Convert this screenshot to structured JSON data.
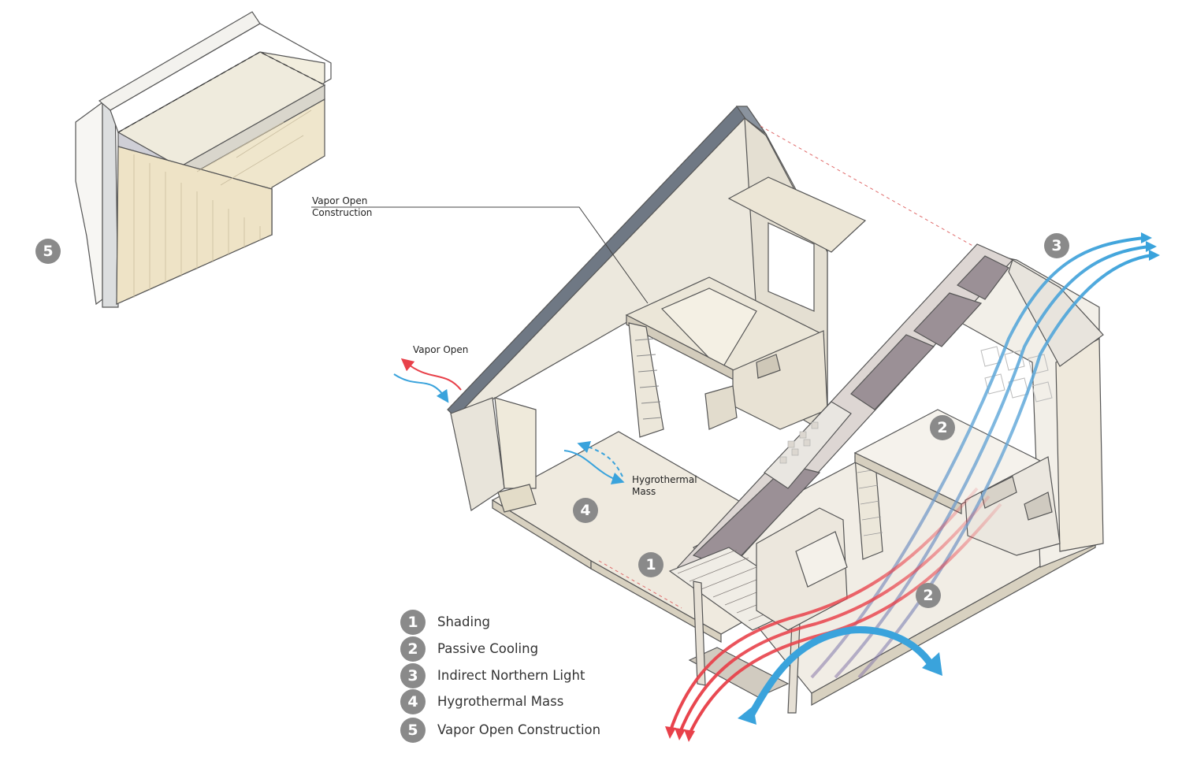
{
  "callouts": {
    "vapor_open_construction": "Vapor Open\nConstruction",
    "vapor_open": "Vapor Open",
    "hygrothermal_mass": "Hygrothermal\nMass"
  },
  "badges": {
    "detail": "5",
    "north_light": "3",
    "cooling_upper": "2",
    "mass": "4",
    "shading": "1",
    "cooling_lower": "2"
  },
  "legend": [
    {
      "num": "1",
      "label": "Shading"
    },
    {
      "num": "2",
      "label": "Passive Cooling"
    },
    {
      "num": "3",
      "label": "Indirect Northern Light"
    },
    {
      "num": "4",
      "label": "Hygrothermal Mass"
    },
    {
      "num": "5",
      "label": "Vapor Open Construction"
    }
  ],
  "colors": {
    "warm_airflow": "#e8414a",
    "cool_airflow": "#3aa3dc",
    "badge": "#8a8a8a",
    "wood": "#efe8d8",
    "roof": "#6f7884",
    "line": "#555555"
  }
}
